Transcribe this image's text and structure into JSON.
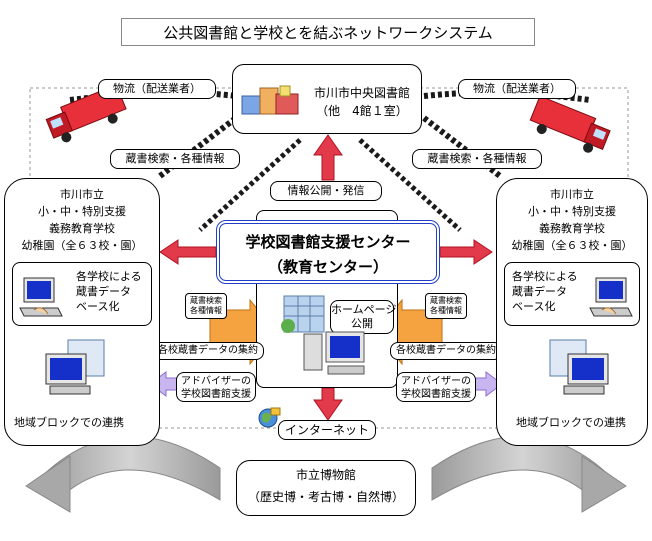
{
  "title": "公共図書館と学校とを結ぶネットワークシステム",
  "central_library": {
    "name": "市川市中央図書館",
    "sub": "（他　4館１室）"
  },
  "logistics_label": "物流（配送業者）",
  "catalog_search_label": "蔵書検索・各種情報",
  "info_publish_label": "情報公開・発信",
  "support_center": {
    "line1": "学校図書館支援センター",
    "line2": "（教育センター）"
  },
  "left_schools": {
    "lines": [
      "市川市立",
      "小・中・特別支援",
      "義務教育学校",
      "幼稚園（全６３校・園）"
    ],
    "db_label": [
      "各学校による",
      "蔵書データ",
      "ベース化"
    ],
    "region_label": "地域ブロックでの連携"
  },
  "right_schools": {
    "lines": [
      "市川市立",
      "小・中・特別支援",
      "義務教育学校",
      "幼稚園（全６３校・園）"
    ],
    "db_label": [
      "各学校による",
      "蔵書データ",
      "ベース化"
    ],
    "region_label": "地域ブロックでの連携"
  },
  "small_catalog_label": [
    "蔵書検索",
    "各種情報"
  ],
  "homepage_label": [
    "ホームページ",
    "公開"
  ],
  "data_collection_label": "各校蔵書データの集約",
  "advisor_label": [
    "アドバイザーの",
    "学校図書館支援"
  ],
  "internet_label": "インターネット",
  "museum": {
    "name": "市立博物館",
    "sub": "（歴史博・考古博・自然博）"
  },
  "colors": {
    "arrow_red": "#e23a4a",
    "arrow_orange": "#f5a340",
    "arrow_lavender": "#c9b5f0",
    "yellow": "#f2ea3c",
    "hub_border": "#1f3fc8",
    "rail": "#1a1a1a"
  }
}
